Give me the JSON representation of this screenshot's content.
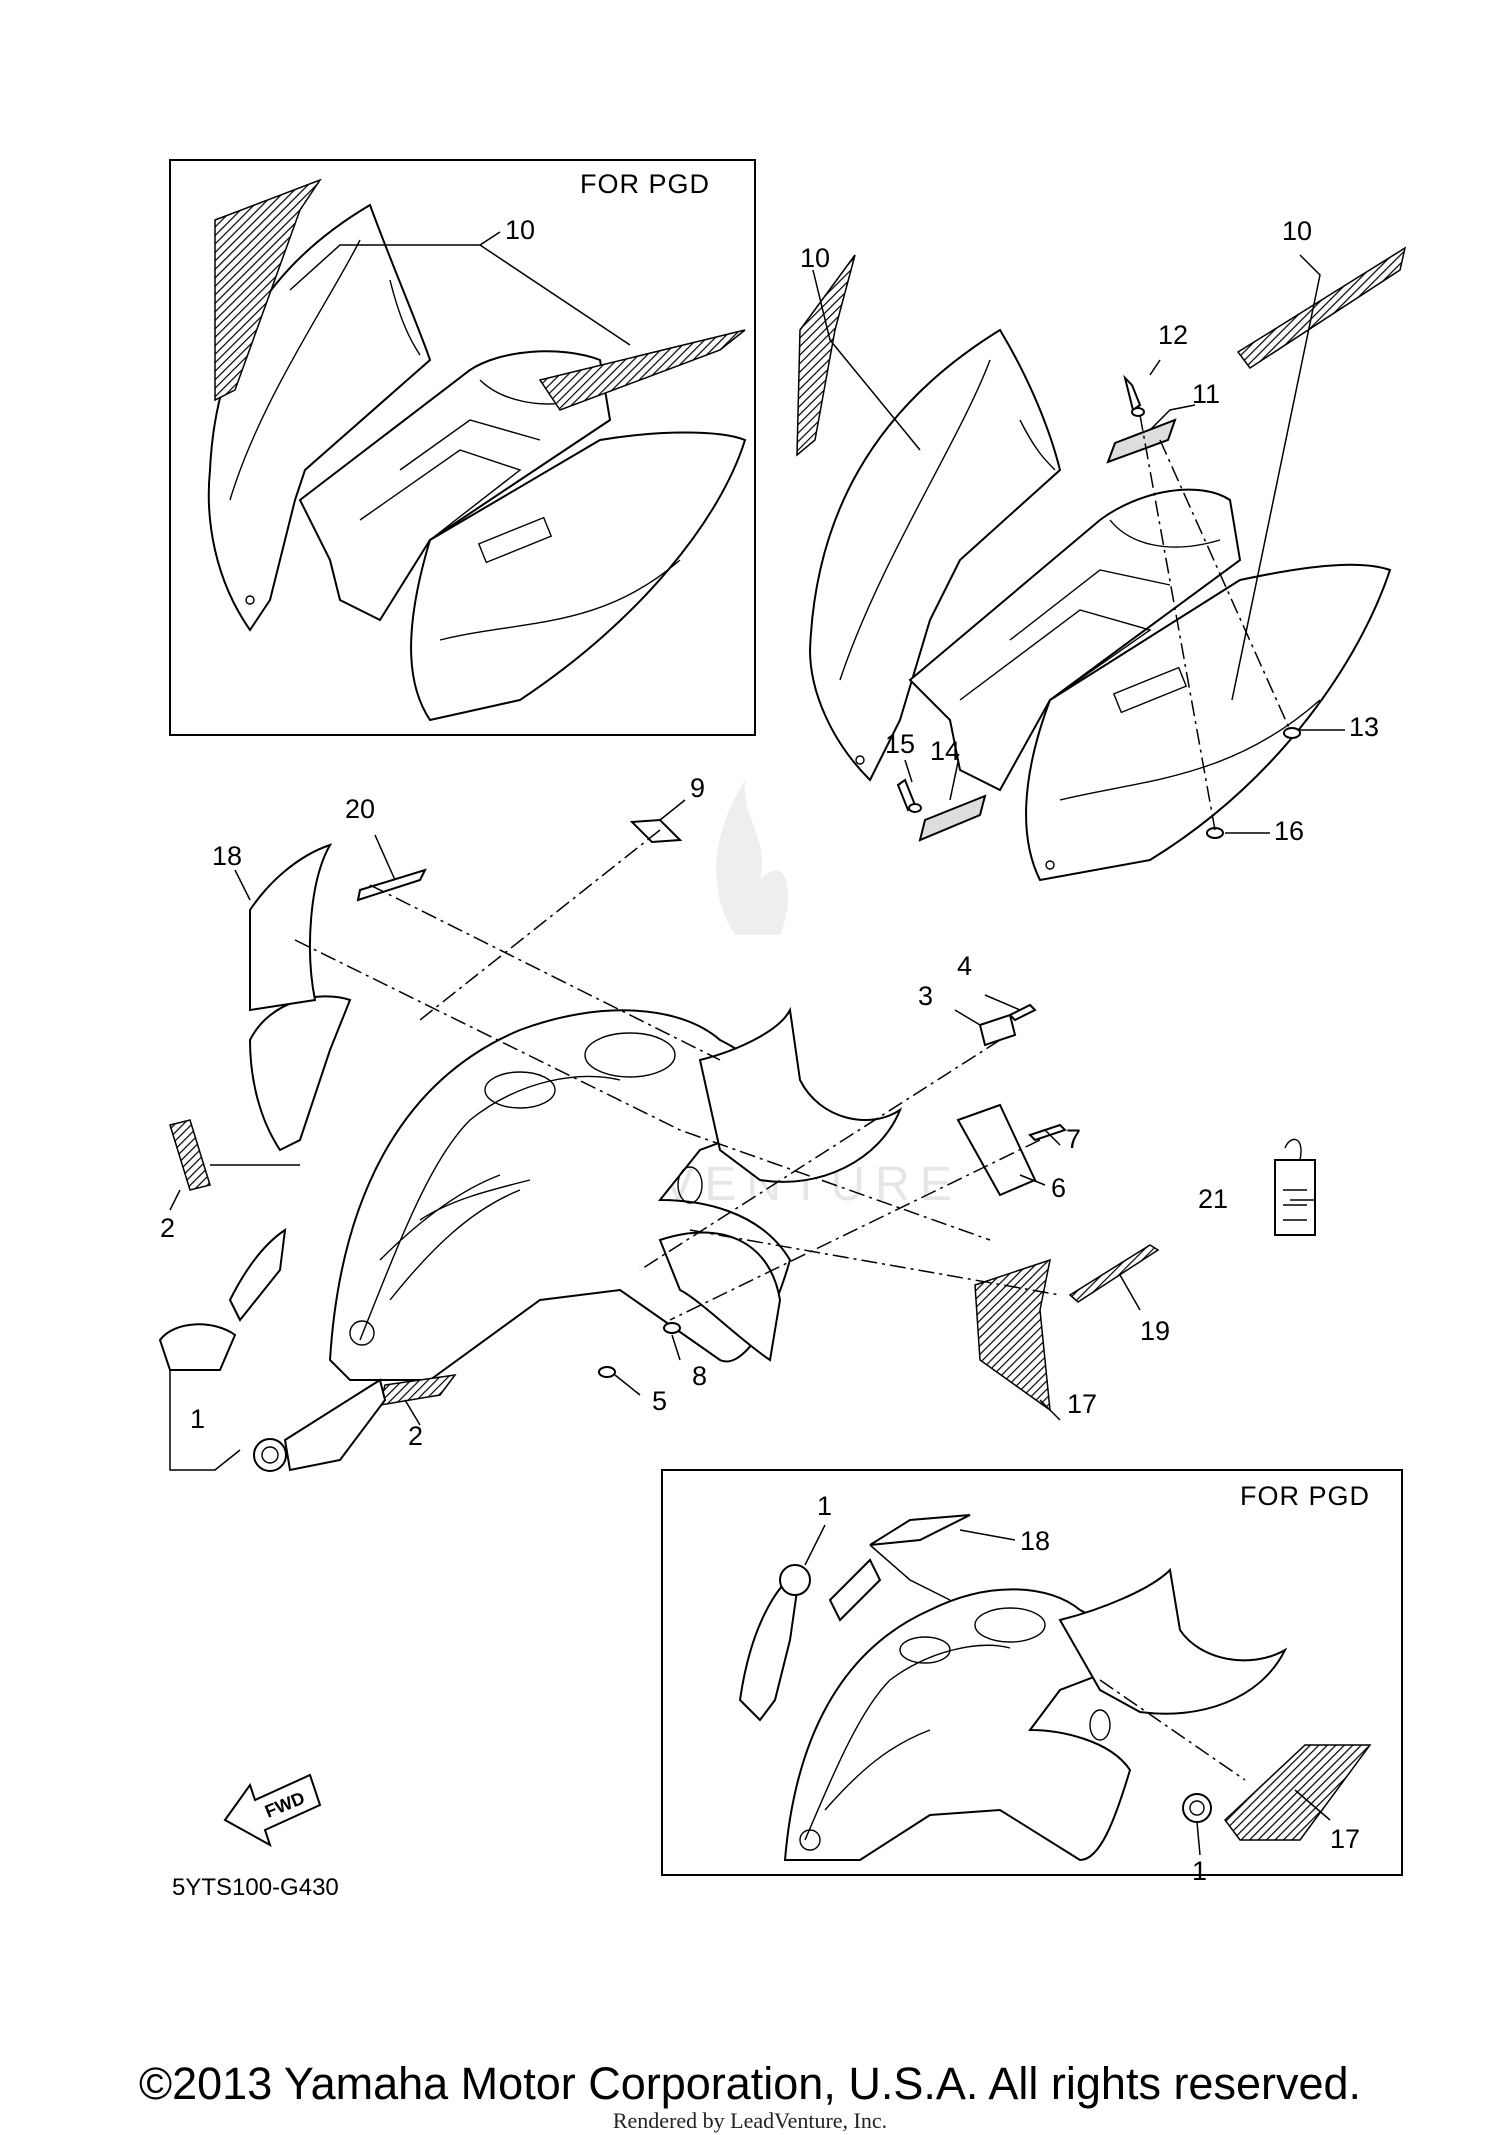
{
  "diagram": {
    "inset_label": "FOR PGD",
    "drawing_code": "5YTS100-G430",
    "fwd_label": "FWD",
    "watermark": "LEADVENTURE",
    "copyright": "©2013 Yamaha Motor Corporation, U.S.A. All rights reserved.",
    "render_credit": "Rendered by LeadVenture, Inc."
  },
  "callouts": {
    "top_left_10": "10",
    "top_right_10a": "10",
    "top_right_10b": "10",
    "c11": "11",
    "c12": "12",
    "c13": "13",
    "c14": "14",
    "c15": "15",
    "c16": "16",
    "c9": "9",
    "c20": "20",
    "c18": "18",
    "c4": "4",
    "c3": "3",
    "c7": "7",
    "c6": "6",
    "c21": "21",
    "c2a": "2",
    "c2b": "2",
    "c19": "19",
    "c17": "17",
    "c8": "8",
    "c5": "5",
    "c1": "1",
    "inset_b_1a": "1",
    "inset_b_18": "18",
    "inset_b_17": "17",
    "inset_b_1b": "1"
  },
  "colors": {
    "line": "#000000",
    "background": "#ffffff",
    "watermark": "#e6e6e6"
  }
}
